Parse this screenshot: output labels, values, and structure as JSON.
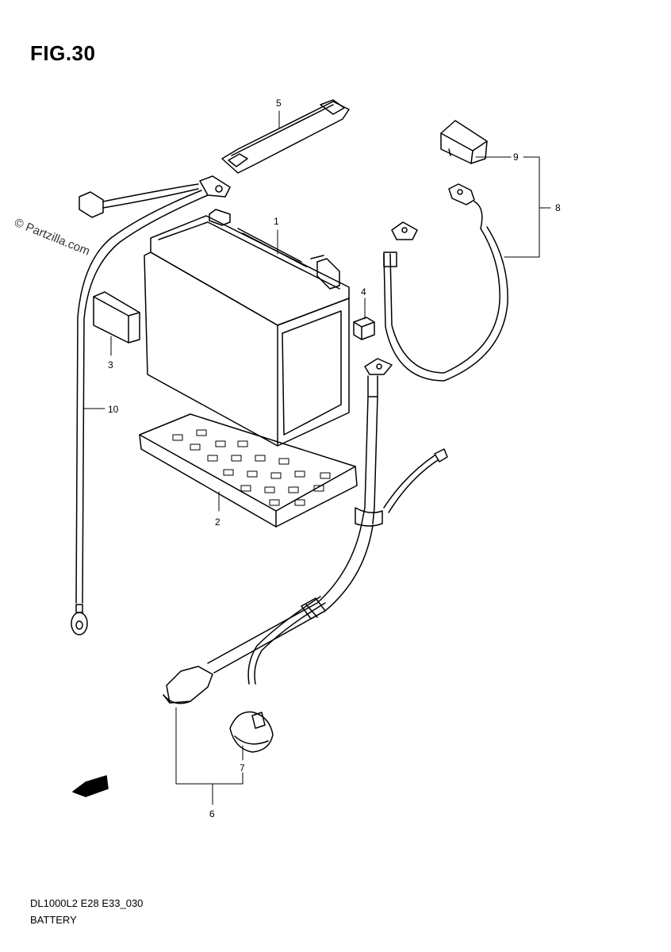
{
  "figure": {
    "title": "FIG.30",
    "watermark": "© Partzilla.com",
    "footer_code": "DL1000L2 E28 E33_030",
    "footer_name": "BATTERY",
    "forward_badge": "FWD"
  },
  "callouts": [
    {
      "id": "1",
      "part": "battery"
    },
    {
      "id": "2",
      "part": "battery-tray"
    },
    {
      "id": "3",
      "part": "label-pad"
    },
    {
      "id": "4",
      "part": "small-label"
    },
    {
      "id": "5",
      "part": "battery-strap"
    },
    {
      "id": "6",
      "part": "starter-cable-assembly"
    },
    {
      "id": "7",
      "part": "terminal-cap"
    },
    {
      "id": "8",
      "part": "battery-minus-lead-assembly"
    },
    {
      "id": "9",
      "part": "terminal-cover"
    },
    {
      "id": "10",
      "part": "ground-wire"
    }
  ]
}
